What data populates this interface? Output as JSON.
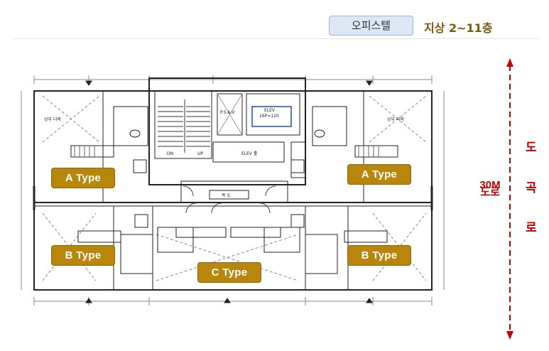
{
  "header": {
    "building_use": "오피스텔",
    "floor_range": "지상 2~11층"
  },
  "units": {
    "a_left": "A Type",
    "a_right": "A Type",
    "b_left": "B Type",
    "b_right": "B Type",
    "c_center": "C Type"
  },
  "road": {
    "width": "30M",
    "width_word": "도로",
    "side_label": [
      "도",
      "곡",
      "로"
    ]
  },
  "plan_labels": {
    "elev_hall": "ELEV 홀",
    "elev_spec": "ELEV",
    "elev_capacity": "16P=120",
    "corridor": "복 도",
    "psav": "P.S.A.V",
    "dn": "DN",
    "up": "UP",
    "mark_a": "상부 다락",
    "mark_b": "상부 다락"
  },
  "colors": {
    "type_badge": "#b8860b",
    "road_red": "#c00000",
    "pill_bg": "#dce7f3",
    "floor_text": "#7a5a0a"
  }
}
